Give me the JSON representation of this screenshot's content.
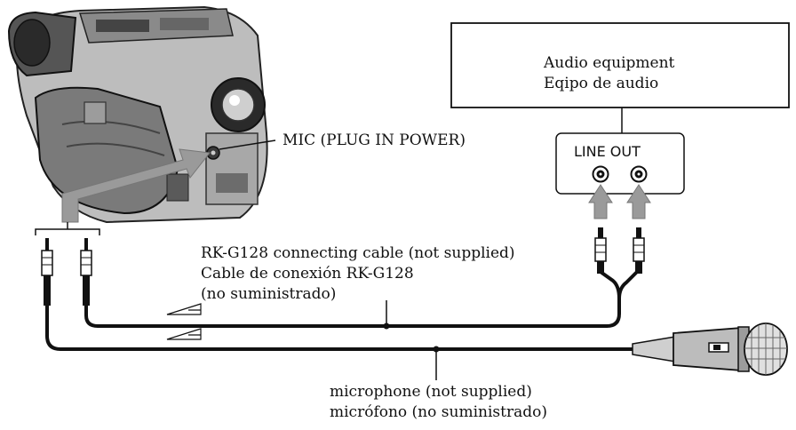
{
  "audio_box": {
    "line1": "Audio equipment",
    "line2": "Eqipo de audio"
  },
  "line_out": {
    "label": "LINE OUT"
  },
  "mic_jack": {
    "label": "MIC (PLUG IN POWER)"
  },
  "connecting_cable": {
    "line1": "RK-G128 connecting cable (not supplied)",
    "line2": "Cable de conexión RK-G128",
    "line3": "(no suministrado)"
  },
  "microphone": {
    "line1": "microphone (not supplied)",
    "line2": "micrófono (no suministrado)"
  },
  "icons": [
    "camcorder-icon",
    "microphone-icon",
    "rca-plug-icon",
    "mini-plug-icon",
    "signal-direction-arrow-icon"
  ]
}
